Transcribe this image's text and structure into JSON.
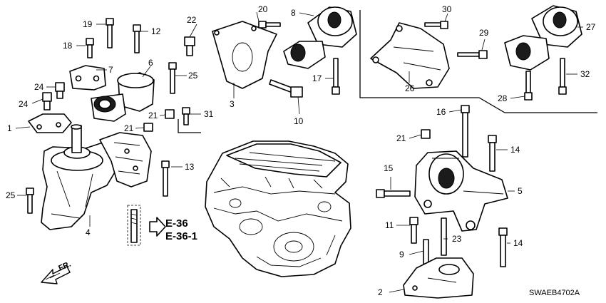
{
  "diagram": {
    "callouts": [
      {
        "id": "p1",
        "label": "1"
      },
      {
        "id": "p2",
        "label": "2"
      },
      {
        "id": "p3",
        "label": "3"
      },
      {
        "id": "p4",
        "label": "4"
      },
      {
        "id": "p5",
        "label": "5"
      },
      {
        "id": "p6",
        "label": "6"
      },
      {
        "id": "p7",
        "label": "7"
      },
      {
        "id": "p8",
        "label": "8"
      },
      {
        "id": "p9",
        "label": "9"
      },
      {
        "id": "p10",
        "label": "10"
      },
      {
        "id": "p11",
        "label": "11"
      },
      {
        "id": "p12",
        "label": "12"
      },
      {
        "id": "p13",
        "label": "13"
      },
      {
        "id": "p14a",
        "label": "14"
      },
      {
        "id": "p14b",
        "label": "14"
      },
      {
        "id": "p15",
        "label": "15"
      },
      {
        "id": "p16",
        "label": "16"
      },
      {
        "id": "p17",
        "label": "17"
      },
      {
        "id": "p18",
        "label": "18"
      },
      {
        "id": "p19",
        "label": "19"
      },
      {
        "id": "p20",
        "label": "20"
      },
      {
        "id": "p21a",
        "label": "21"
      },
      {
        "id": "p21b",
        "label": "21"
      },
      {
        "id": "p21c",
        "label": "21"
      },
      {
        "id": "p22",
        "label": "22"
      },
      {
        "id": "p23",
        "label": "23"
      },
      {
        "id": "p24a",
        "label": "24"
      },
      {
        "id": "p24b",
        "label": "24"
      },
      {
        "id": "p25a",
        "label": "25"
      },
      {
        "id": "p25b",
        "label": "25"
      },
      {
        "id": "p26",
        "label": "26"
      },
      {
        "id": "p27",
        "label": "27"
      },
      {
        "id": "p28",
        "label": "28"
      },
      {
        "id": "p29",
        "label": "29"
      },
      {
        "id": "p30",
        "label": "30"
      },
      {
        "id": "p31",
        "label": "31"
      },
      {
        "id": "p32",
        "label": "32"
      }
    ],
    "references": [
      "E-36",
      "E-36-1"
    ],
    "direction_label": "FR.",
    "diagram_code": "SWAEB4702A"
  }
}
